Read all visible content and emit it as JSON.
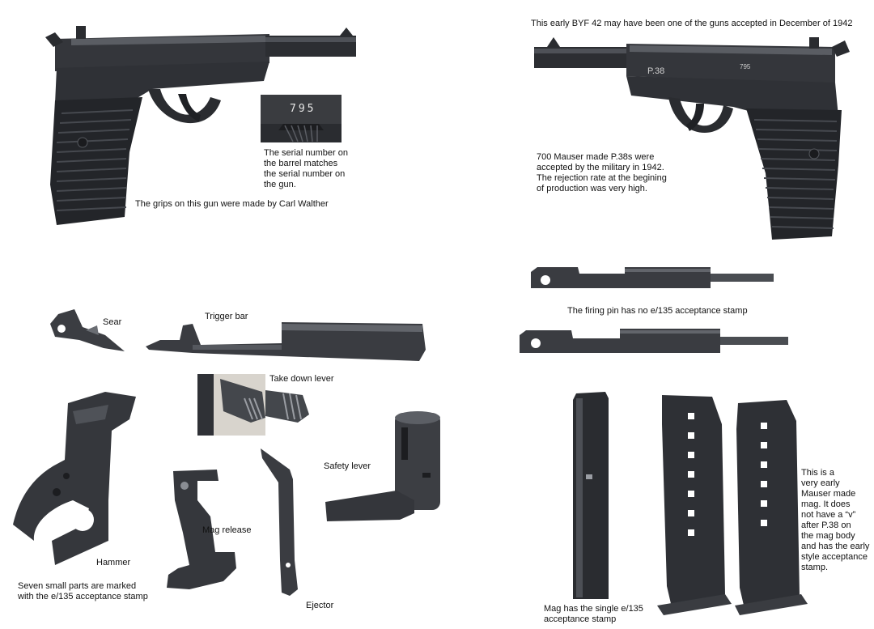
{
  "left_page": {
    "pistol_caption": "The grips on this gun were made by Carl Walther",
    "serial_inset_number": "795",
    "serial_caption": "The serial number on\nthe barrel matches\nthe serial number on\nthe gun.",
    "parts": {
      "sear": "Sear",
      "trigger_bar": "Trigger bar",
      "take_down_lever": "Take down lever",
      "hammer": "Hammer",
      "safety_lever": "Safety lever",
      "mag_release": "Mag release",
      "ejector": "Ejector"
    },
    "parts_caption": "Seven small parts are marked\nwith the e/135 acceptance stamp"
  },
  "right_page": {
    "header": "This early BYF 42 may have been one of the guns accepted in December of 1942",
    "slide_marking": "P.38",
    "slide_serial": "795",
    "production_caption": "700 Mauser made P.38s were\naccepted by the military in 1942.\nThe rejection rate at the begining\nof production was very high.",
    "firing_pin_caption": "The firing pin has no e/135 acceptance stamp",
    "mag_caption": "Mag has the single e/135\nacceptance stamp",
    "early_mag_caption": "This is a\nvery early\nMauser made\nmag.  It does\nnot have a “v”\nafter P.38 on\nthe mag body\nand has the early\nstyle acceptance\nstamp."
  },
  "colors": {
    "blued_steel": "#2a2c30",
    "blued_highlight": "#55585e",
    "background": "#ffffff"
  }
}
